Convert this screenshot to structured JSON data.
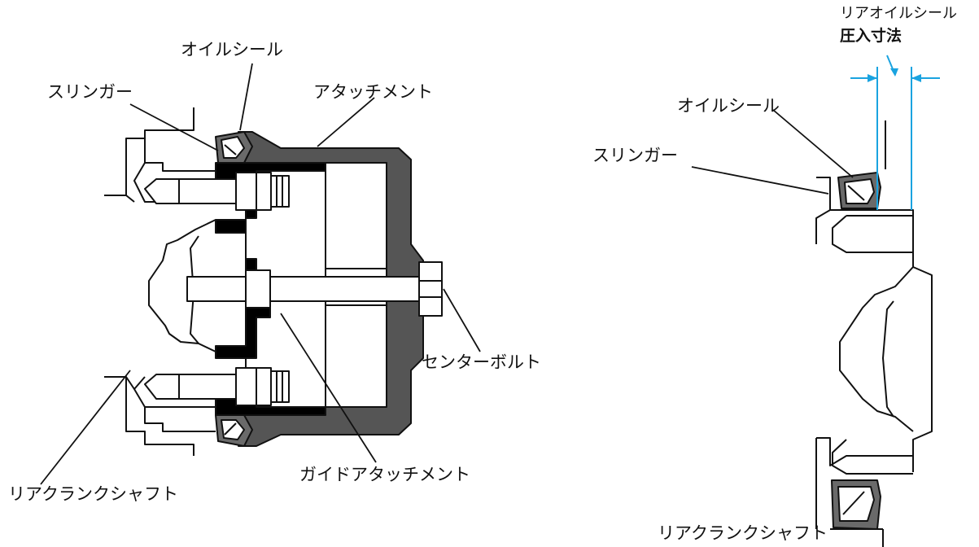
{
  "left_diagram": {
    "labels": {
      "oil_seal": "オイルシール",
      "slinger": "スリンガー",
      "attachment": "アタッチメント",
      "center_bolt": "センターボルト",
      "guide_attachment": "ガイドアタッチメント",
      "rear_crankshaft": "リアクランクシャフト"
    }
  },
  "right_diagram": {
    "labels": {
      "rear_oil_seal": "リアオイルシール",
      "press_fit_dimension": "圧入寸法",
      "oil_seal": "オイルシール",
      "slinger": "スリンガー",
      "rear_crankshaft": "リアクランクシャフト"
    }
  },
  "colors": {
    "line": "#111111",
    "attachment_fill": "#555555",
    "guide_fill": "#000000",
    "seal_fill": "#6a6a6a",
    "dimension": "#1aa3e0"
  }
}
